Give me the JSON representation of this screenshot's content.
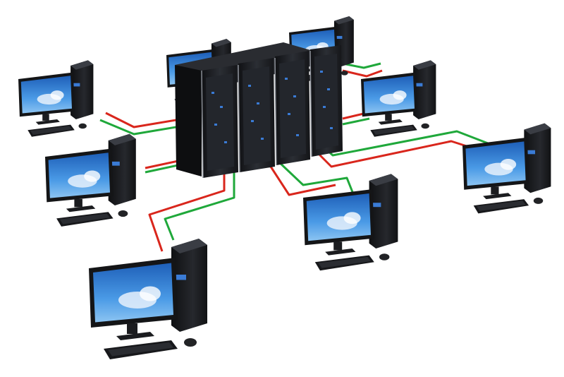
{
  "scene": {
    "background": "#ffffff",
    "server_rack": {
      "units": 4,
      "icon": "server-rack-icon"
    },
    "workstations": [
      {
        "id": "ws-top-left",
        "icon": "desktop-computer-icon"
      },
      {
        "id": "ws-top-center",
        "icon": "desktop-computer-icon"
      },
      {
        "id": "ws-top-right",
        "icon": "desktop-computer-icon"
      },
      {
        "id": "ws-upper-left",
        "icon": "desktop-computer-icon"
      },
      {
        "id": "ws-mid-left",
        "icon": "desktop-computer-icon"
      },
      {
        "id": "ws-mid-right",
        "icon": "desktop-computer-icon"
      },
      {
        "id": "ws-far-right",
        "icon": "desktop-computer-icon"
      },
      {
        "id": "ws-bottom-center",
        "icon": "desktop-computer-icon"
      },
      {
        "id": "ws-bottom-left",
        "icon": "desktop-computer-icon"
      }
    ],
    "colors": {
      "cable_red": "#d9261c",
      "cable_green": "#1fa83a",
      "rack_dark": "#1b1c1f",
      "rack_panel": "#2a2d33",
      "led_blue": "#3a7bd5",
      "screen_sky": "#2f7fd4",
      "cloud": "#e8f1fb",
      "case_black": "#16171a"
    }
  }
}
